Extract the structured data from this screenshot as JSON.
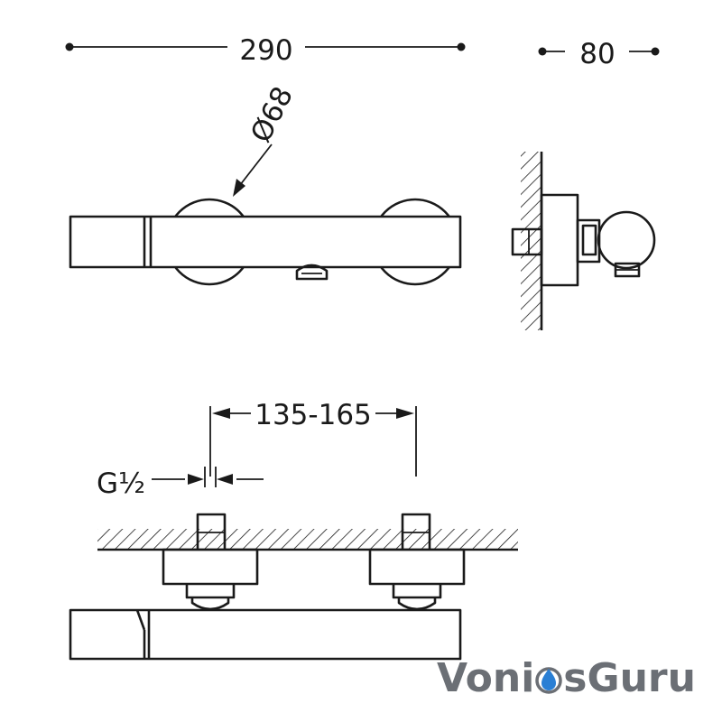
{
  "dimensions": {
    "overall_width": "290",
    "depth": "80",
    "diameter": "Ø68",
    "inlet_spacing": "135-165",
    "thread_size": "G½"
  },
  "watermark": {
    "left_text": "Voni",
    "right_text": "sGuru",
    "drop_icon": "water-drop-icon",
    "color": "#6b6f75",
    "drop_color": "#2a7fd4"
  },
  "colors": {
    "line": "#1a1a1a",
    "background": "#ffffff"
  }
}
